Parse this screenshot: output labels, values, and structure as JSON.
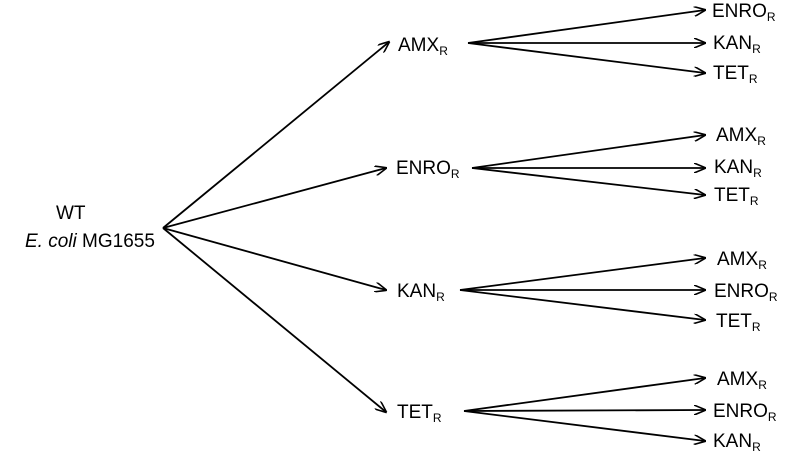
{
  "root": {
    "line1": "WT",
    "line2_italic": "E. coli",
    "line2_rest": " MG1655"
  },
  "colors": {
    "ink": "#000000",
    "background": "#ffffff"
  },
  "branches": [
    {
      "name": "AMX",
      "sub": "R",
      "children": [
        {
          "name": "ENRO",
          "sub": "R"
        },
        {
          "name": "KAN",
          "sub": "R"
        },
        {
          "name": "TET",
          "sub": "R"
        }
      ]
    },
    {
      "name": "ENRO",
      "sub": "R",
      "children": [
        {
          "name": "AMX",
          "sub": "R"
        },
        {
          "name": "KAN",
          "sub": "R"
        },
        {
          "name": "TET",
          "sub": "R"
        }
      ]
    },
    {
      "name": "KAN",
      "sub": "R",
      "children": [
        {
          "name": "AMX",
          "sub": "R"
        },
        {
          "name": "ENRO",
          "sub": "R"
        },
        {
          "name": "TET",
          "sub": "R"
        }
      ]
    },
    {
      "name": "TET",
      "sub": "R",
      "children": [
        {
          "name": "AMX",
          "sub": "R"
        },
        {
          "name": "ENRO",
          "sub": "R"
        },
        {
          "name": "KAN",
          "sub": "R"
        }
      ]
    }
  ]
}
